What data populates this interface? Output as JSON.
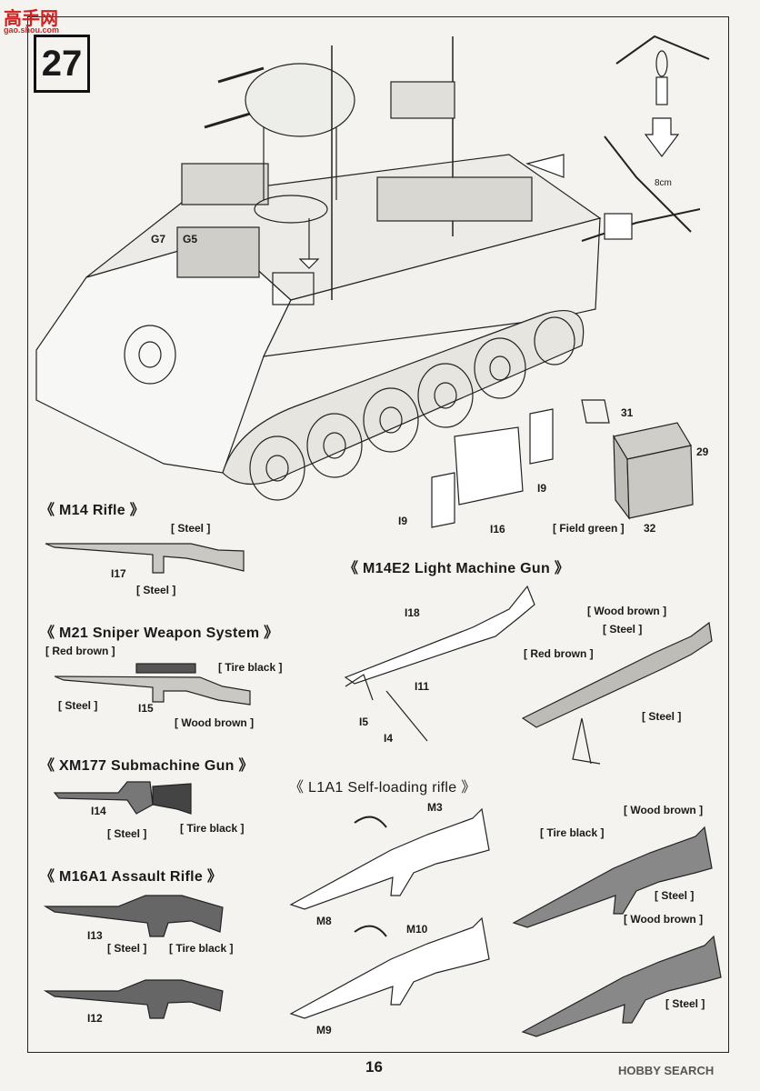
{
  "watermark": {
    "top": "高手网",
    "top_sub": "gao.shou.com",
    "bottom": "HOBBY SEARCH"
  },
  "step": "27",
  "vehicle_parts": {
    "g7": "G7",
    "g5": "G5",
    "i9a": "I9",
    "i9b": "I9",
    "i16": "I16",
    "p31": "31",
    "p29": "29",
    "p32": "32",
    "field_green": "[ Field green ]",
    "dimension": "8cm"
  },
  "sections": {
    "m14": "《 M14 Rifle 》",
    "m14e2": "《 M14E2 Light Machine Gun 》",
    "m21": "《 M21 Sniper Weapon System 》",
    "xm177": "《 XM177 Submachine Gun 》",
    "l1a1": "《 L1A1 Self-loading rifle 》",
    "m16a1": "《 M16A1 Assault Rifle 》"
  },
  "labels": {
    "m14_steel1": "[ Steel ]",
    "m14_steel2": "[ Steel ]",
    "m14_part": "I17",
    "m14e2_i18": "I18",
    "m14e2_i11": "I11",
    "m14e2_i5": "I5",
    "m14e2_i4": "I4",
    "m14e2_wood": "[ Wood brown ]",
    "m14e2_steel1": "[ Steel ]",
    "m14e2_red": "[ Red brown ]",
    "m14e2_steel2": "[ Steel ]",
    "m21_red": "[ Red brown ]",
    "m21_tire": "[ Tire black ]",
    "m21_steel": "[ Steel ]",
    "m21_part": "I15",
    "m21_wood": "[ Wood brown ]",
    "xm_part": "I14",
    "xm_steel": "[ Steel ]",
    "xm_tire": "[ Tire black ]",
    "l1_m3": "M3",
    "l1_m8": "M8",
    "l1_m10": "M10",
    "l1_m9": "M9",
    "l1_wood1": "[ Wood brown ]",
    "l1_tire": "[ Tire black ]",
    "l1_steel1": "[ Steel ]",
    "l1_wood2": "[ Wood brown ]",
    "l1_steel2": "[ Steel ]",
    "m16_i13": "I13",
    "m16_steel": "[ Steel ]",
    "m16_tire": "[ Tire black ]",
    "m16_i12": "I12"
  },
  "page_number": "16"
}
